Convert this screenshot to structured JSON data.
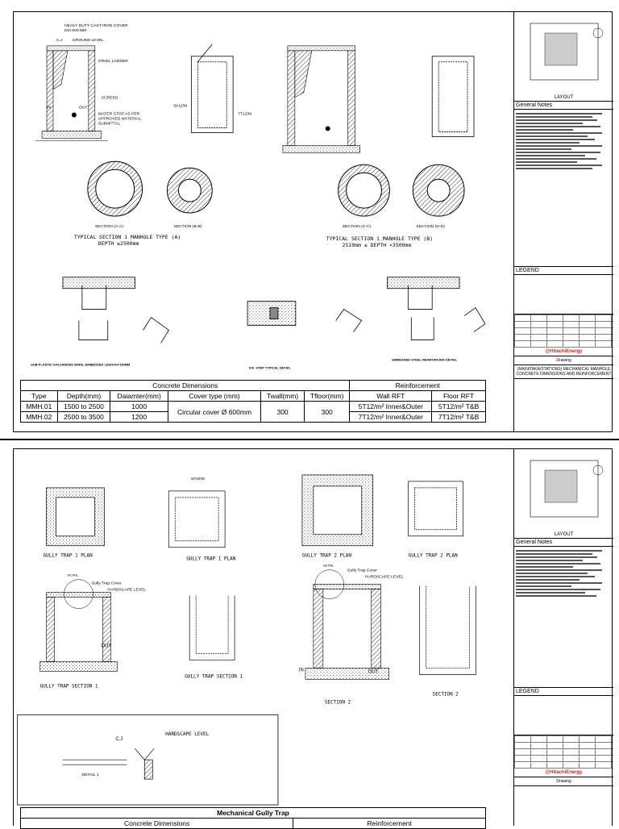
{
  "sheet1": {
    "annotations": {
      "cover": "HEAVY DUTY CAST IRON COVER",
      "cover_dia": "DIA 600 MM",
      "ground_level": "GROUND LEVEL",
      "cj": "C.J",
      "steel_ladder": "STEEL LADDER",
      "screed": "SCREED",
      "out": "OUT",
      "in": "IN",
      "water_stop": "WATER STOP AS PER",
      "water_stop2": "APPROVED MATERIAL",
      "water_stop3": "SUBMITTAL",
      "rebar_a": "5#12/M",
      "rebar_b": "7T12/M"
    },
    "section_labels": {
      "a": "SECTION (A-A)",
      "b": "SECTION (B-B)",
      "c": "SECTION (C-C)",
      "d": "SECTION (D-D)"
    },
    "type_a": {
      "title": "TYPICAL SECTION 1 MANHOLE TYPE (A)",
      "depth": "DEPTH ≤2500mm"
    },
    "type_b": {
      "title": "TYPICAL SECTION 1 MANHOLE TYPE (B)",
      "depth": "2510mm ≤ DEPTH <3500mm"
    },
    "details": {
      "rungs": "SUB-PLASTIC GALVANIZED BARS, EMBEDDED LENGTH=150MM",
      "fix": "FIX. STEP TYPICAL DETAIL",
      "embedded": "EMBEDDED STEEL REINFORCING DETAIL"
    },
    "table": {
      "group_concrete": "Concrete Dimensions",
      "group_reinf": "Reinforcement",
      "headers": [
        "Type",
        "Depth(mm)",
        "Daiamter(mm)",
        "Cover type (mm)",
        "Twall(mm)",
        "Tfloor(mm)",
        "Wall RFT",
        "Floor RFT"
      ],
      "rows": [
        [
          "MMH.01",
          "1500 to 2500",
          "1000",
          "Circular cover Ø 600mm",
          "300",
          "300",
          "5T12/m² Inner&Outer",
          "5T12/m² T&B"
        ],
        [
          "MMH.02",
          "2500 to 3500",
          "1200",
          "",
          "",
          "",
          "7T12/m² Inner&Outer",
          "7T12/m² T&B"
        ]
      ]
    }
  },
  "sheet2": {
    "plans": [
      "GULLY TRAP 1 PLAN",
      "GULLY TRAP 1 PLAN",
      "GULLY TRAP 2 PLAN",
      "GULLY TRAP 2 PLAN"
    ],
    "sections": [
      "GULLY TRAP SECTION 1",
      "GULLY TRAP SECTION 1",
      "SECTION 2",
      "SECTION 2"
    ],
    "rebar": "5#10/M",
    "cover": "Gully Trap Cover",
    "hardscape": "HARDSCAPE LEVEL",
    "detail": "DETAIL",
    "detail1": "DETAIL 1",
    "cj": "C.J",
    "out": "OUT",
    "in": "IN",
    "table_title": "Mechanical Gully Trap",
    "group_concrete": "Concrete Dimensions",
    "group_reinf": "Reinforcement"
  },
  "titleblock": {
    "layout": "LAYOUT",
    "general_notes": "General Notes",
    "legend": "LEGEND",
    "brand": "@HitachiEnergy",
    "drawing": "Drawing",
    "sheet_title": "(MAIN/TAKA/STATIONS) MECHANICAL MANHOLE CONCRETE DIMENSIONS AND REINFORCEMENT"
  }
}
